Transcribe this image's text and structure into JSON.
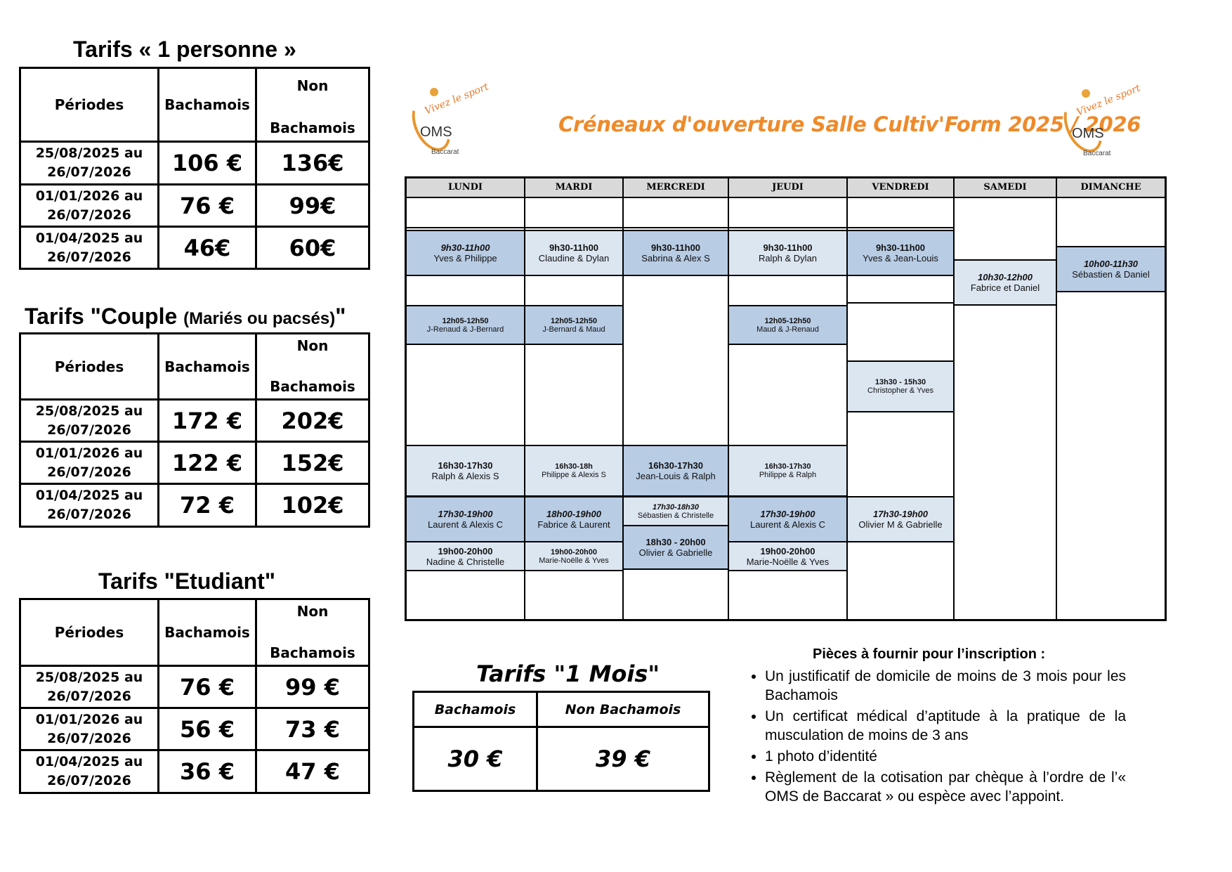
{
  "tarifs": [
    {
      "title_main": "Tarifs « 1 personne  »",
      "title_small": "",
      "title_suffix": "",
      "header": {
        "periodes": "Périodes",
        "bachamois": "Bachamois",
        "non_line1": "Non",
        "non_line2": "Bachamois"
      },
      "rows": [
        {
          "period_line1": "25/08/2025 au",
          "period_line2": "26/07/2026",
          "bachamois": "106 €",
          "non_bachamois": "136€"
        },
        {
          "period_line1": "01/01/2026 au",
          "period_line2": "26/07/2026",
          "bachamois": "76 €",
          "non_bachamois": "99€"
        },
        {
          "period_line1": "01/04/2025 au",
          "period_line2": "26/07/2026",
          "bachamois": "46€",
          "non_bachamois": "60€"
        }
      ]
    },
    {
      "title_main": "Tarifs \"Couple ",
      "title_small": "(Mariés ou pacsés)",
      "title_suffix": "\"",
      "header": {
        "periodes": "Périodes",
        "bachamois": "Bachamois",
        "non_line1": "Non",
        "non_line2": "Bachamois"
      },
      "rows": [
        {
          "period_line1": "25/08/2025 au",
          "period_line2": "26/07/2026",
          "bachamois": "172 €",
          "non_bachamois": "202€"
        },
        {
          "period_line1": "01/01/2026 au",
          "period_line2": "26/07/2026",
          "bachamois": "122 €",
          "non_bachamois": "152€"
        },
        {
          "period_line1": "01/04/2025 au",
          "period_line2": "26/07/2026",
          "bachamois": "72 €",
          "non_bachamois": "102€"
        }
      ]
    },
    {
      "title_main": "Tarifs \"Etudiant\"",
      "title_small": "",
      "title_suffix": "",
      "header": {
        "periodes": "Périodes",
        "bachamois": "Bachamois",
        "non_line1": "Non",
        "non_line2": "Bachamois"
      },
      "rows": [
        {
          "period_line1": "25/08/2025 au",
          "period_line2": "26/07/2026",
          "bachamois": "76 €",
          "non_bachamois": "99 €"
        },
        {
          "period_line1": "01/01/2026 au",
          "period_line2": "26/07/2026",
          "bachamois": "56 €",
          "non_bachamois": "73 €"
        },
        {
          "period_line1": "01/04/2025 au",
          "period_line2": "26/07/2026",
          "bachamois": "36 €",
          "non_bachamois": "47 €"
        }
      ]
    }
  ],
  "schedule": {
    "title": "Créneaux d'ouverture Salle Cultiv'Form 2025 / 2026",
    "title_color": "#ee8a2a",
    "logo": {
      "tagline": "Vivez le sport",
      "name": "OMS",
      "town": "Baccarat"
    },
    "days": [
      {
        "name": "LUNDI",
        "slots": [
          {
            "time": "9h30-11h00",
            "names": "Yves & Philippe"
          },
          {
            "time": "12h05-12h50",
            "names": "J-Renaud & J-Bernard"
          },
          {
            "time": "16h30-17h30",
            "names": "Ralph & Alexis S"
          },
          {
            "time": "17h30-19h00",
            "names": "Laurent & Alexis C"
          },
          {
            "time": "19h00-20h00",
            "names": "Nadine & Christelle"
          }
        ]
      },
      {
        "name": "MARDI",
        "slots": [
          {
            "time": "9h30-11h00",
            "names": "Claudine & Dylan"
          },
          {
            "time": "12h05-12h50",
            "names": "J-Bernard &  Maud"
          },
          {
            "time": "16h30-18h",
            "names": "Philippe & Alexis S"
          },
          {
            "time": "18h00-19h00",
            "names": "Fabrice & Laurent"
          },
          {
            "time": "19h00-20h00",
            "names": "Marie-Noëlle & Yves"
          }
        ]
      },
      {
        "name": "MERCREDI",
        "slots": [
          {
            "time": "9h30-11h00",
            "names": "Sabrina & Alex S"
          },
          {
            "time": "16h30-17h30",
            "names": "Jean-Louis & Ralph"
          },
          {
            "time": "17h30-18h30",
            "names": "Sébastien & Christelle"
          },
          {
            "time": "18h30 - 20h00",
            "names": "Olivier & Gabrielle"
          }
        ]
      },
      {
        "name": "JEUDI",
        "slots": [
          {
            "time": "9h30-11h00",
            "names": "Ralph & Dylan"
          },
          {
            "time": "12h05-12h50",
            "names": "Maud & J-Renaud"
          },
          {
            "time": "16h30-17h30",
            "names": "Philippe & Ralph"
          },
          {
            "time": "17h30-19h00",
            "names": "Laurent & Alexis C"
          },
          {
            "time": "19h00-20h00",
            "names": "Marie-Noëlle & Yves"
          }
        ]
      },
      {
        "name": "VENDREDI",
        "slots": [
          {
            "time": "9h30-11h00",
            "names": "Yves & Jean-Louis"
          },
          {
            "time": "13h30 - 15h30",
            "names": "Christopher & Yves"
          },
          {
            "time": "17h30-19h00",
            "names": "Olivier M & Gabrielle"
          }
        ]
      },
      {
        "name": "SAMEDI",
        "slots": [
          {
            "time": "10h30-12h00",
            "names": "Fabrice  et Daniel"
          }
        ]
      },
      {
        "name": "DIMANCHE",
        "slots": [
          {
            "time": "10h00-11h30",
            "names": "Sébastien & Daniel"
          }
        ]
      }
    ]
  },
  "mois": {
    "title": "Tarifs \"1 Mois\"",
    "header_bachamois": "Bachamois",
    "header_non": "Non Bachamois",
    "price_bachamois": "30 €",
    "price_non": "39 €"
  },
  "pieces": {
    "title": "Pièces à fournir pour l’inscription :",
    "items": [
      "Un justificatif de domicile de moins de 3 mois pour les Bachamois",
      "Un certificat médical d’aptitude à la pratique de la musculation de moins de 3 ans",
      "1 photo d’identité",
      "Règlement de la cotisation par chèque à l’ordre de l’« OMS de Baccarat » ou espèce avec l’appoint."
    ]
  }
}
